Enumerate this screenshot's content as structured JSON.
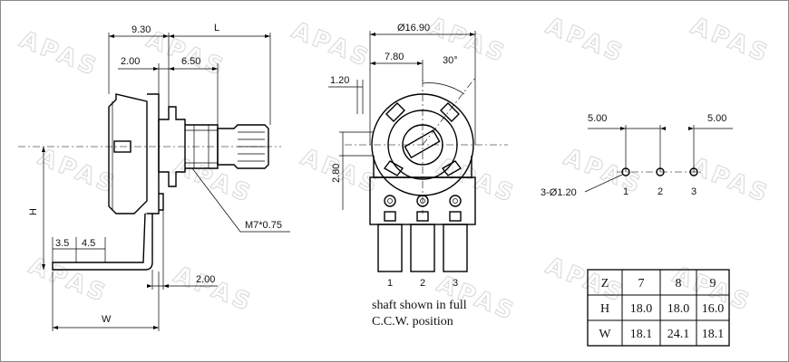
{
  "watermark": "APAS",
  "side_view": {
    "dim_shaft_offset": "9.30",
    "dim_length": "L",
    "dim_bushing": "2.00",
    "dim_shaft": "6.50",
    "dim_height": "H",
    "dim_tab_a": "3.5",
    "dim_tab_b": "4.5",
    "dim_bottom": "2.00",
    "dim_width": "W",
    "thread": "M7*0.75"
  },
  "front_view": {
    "dim_diameter": "Ø16.90",
    "dim_offset": "7.80",
    "dim_angle": "30°",
    "dim_small": "1.20",
    "dim_vertical": "2.80",
    "pins": [
      "1",
      "2",
      "3"
    ],
    "caption_line1": "shaft shown in full",
    "caption_line2": "C.C.W. position"
  },
  "pcb_layout": {
    "spacing_left": "5.00",
    "spacing_right": "5.00",
    "holes": "3-Ø1.20",
    "pins": [
      "1",
      "2",
      "3"
    ]
  },
  "table": {
    "headers": [
      "Z",
      "7",
      "8",
      "9"
    ],
    "rows": [
      [
        "H",
        "18.0",
        "18.0",
        "16.0"
      ],
      [
        "W",
        "18.1",
        "24.1",
        "18.1"
      ]
    ]
  }
}
